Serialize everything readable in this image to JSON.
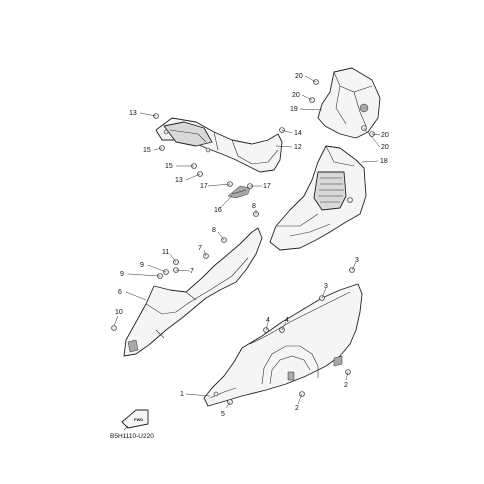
{
  "diagram_code": "B5H1110-U220",
  "fwd_label": "FWD",
  "callouts": {
    "c1": "1",
    "c2a": "2",
    "c2b": "2",
    "c3a": "3",
    "c3b": "3",
    "c4a": "4",
    "c4b": "4",
    "c5": "5",
    "c6": "6",
    "c7a": "7",
    "c7b": "7",
    "c8a": "8",
    "c8b": "8",
    "c9a": "9",
    "c9b": "9",
    "c10": "10",
    "c11": "11",
    "c12": "12",
    "c13a": "13",
    "c13b": "13",
    "c14": "14",
    "c15a": "15",
    "c15b": "15",
    "c16": "16",
    "c17a": "17",
    "c17b": "17",
    "c18": "18",
    "c19": "19",
    "c20a": "20",
    "c20b": "20",
    "c20c": "20",
    "c20d": "20"
  }
}
